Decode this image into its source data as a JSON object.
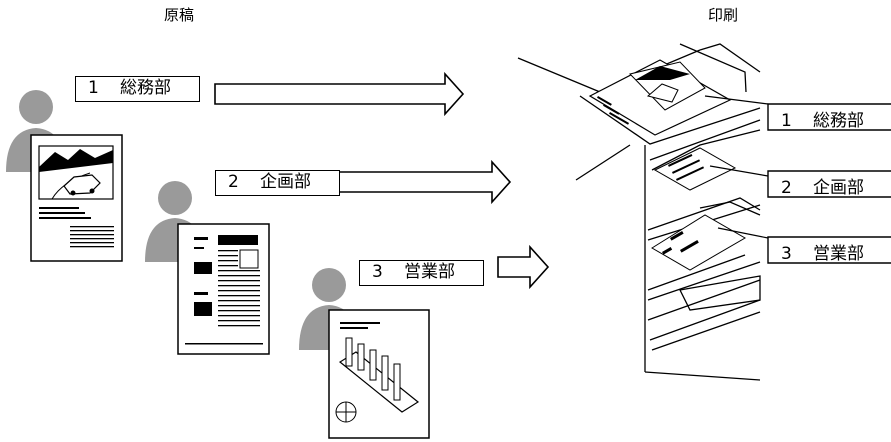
{
  "headers": {
    "original": "原稿",
    "print": "印刷"
  },
  "departments": [
    {
      "number": "1",
      "name": "総務部"
    },
    {
      "number": "2",
      "name": "企画部"
    },
    {
      "number": "3",
      "name": "営業部"
    }
  ],
  "colors": {
    "person": "#9a9a9a",
    "line": "#000000",
    "paper": "#ffffff"
  }
}
